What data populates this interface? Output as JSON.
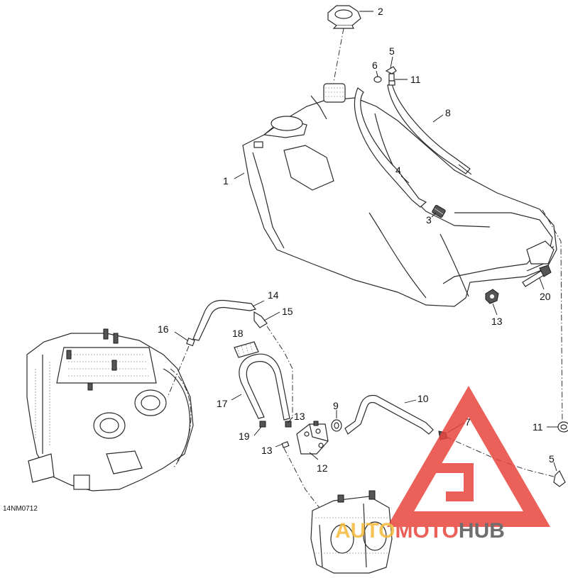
{
  "drawing_number": "14NM0712",
  "callouts": [
    "1",
    "2",
    "3",
    "4",
    "5",
    "5",
    "6",
    "7",
    "8",
    "9",
    "10",
    "11",
    "11",
    "12",
    "13",
    "13",
    "13",
    "14",
    "15",
    "16",
    "17",
    "18",
    "19",
    "20"
  ],
  "watermark": {
    "part1": "AUTO",
    "part2": "MOTO",
    "part3": "HUB",
    "color_auto": "#f5b93a",
    "color_moto": "#e8453c",
    "color_hub": "#555555",
    "color_triangle": "#e8453c"
  }
}
